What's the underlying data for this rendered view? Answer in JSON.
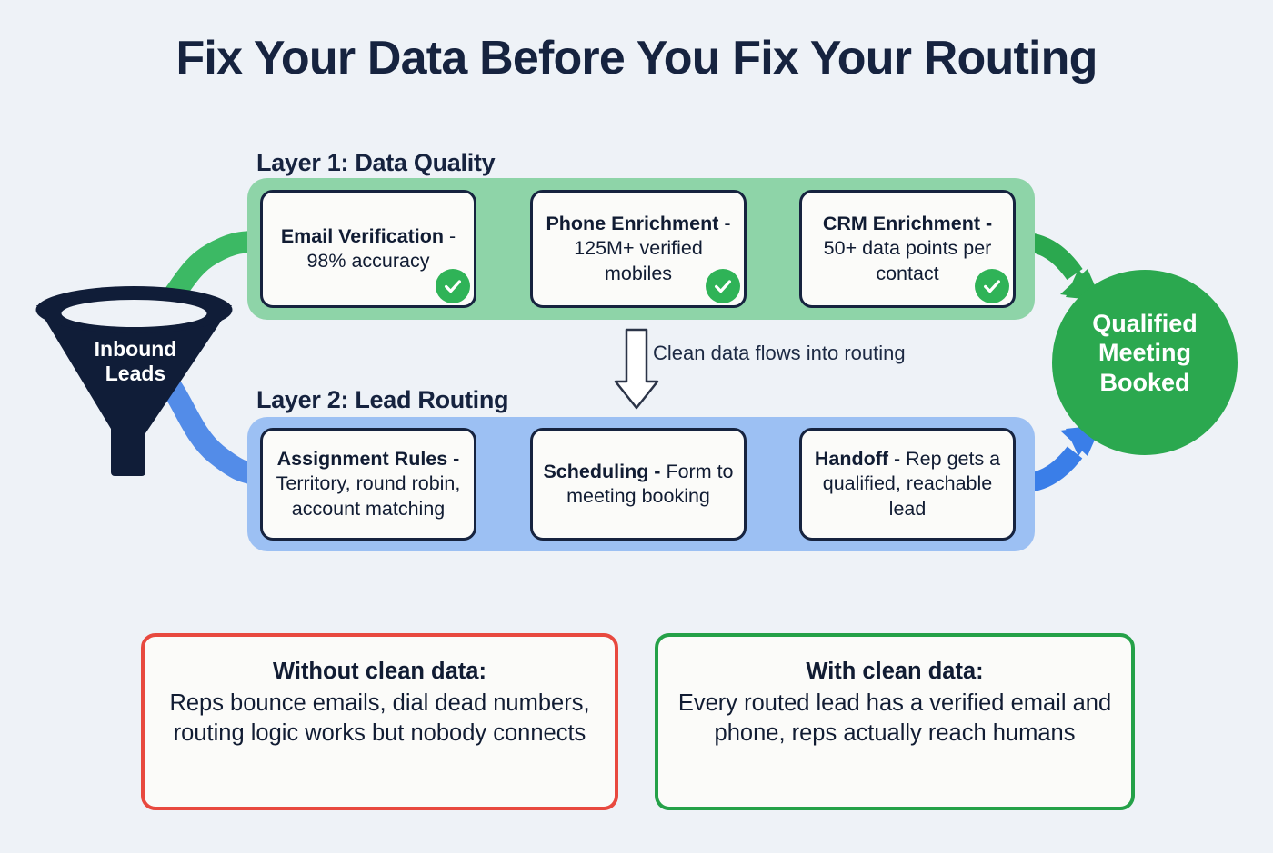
{
  "page": {
    "title": "Fix Your Data Before You Fix Your Routing",
    "background_color": "#eef2f7",
    "title_color": "#16233f"
  },
  "funnel": {
    "label_line1": "Inbound",
    "label_line2": "Leads",
    "color": "#101d38",
    "icon": "funnel-icon"
  },
  "layer1": {
    "label": "Layer 1: Data Quality",
    "band_color": "#8ed4a8",
    "arrow_color": "#2eb557",
    "badge_color": "#2fb357",
    "badge_icon": "check-icon",
    "cards": [
      {
        "bold": "Email Verification",
        "rest": " - 98% accuracy",
        "verified": true
      },
      {
        "bold": "Phone Enrichment",
        "rest": " - 125M+ verified mobiles",
        "verified": true
      },
      {
        "bold": "CRM Enrichment -",
        "rest": " 50+ data points per contact",
        "verified": true
      }
    ]
  },
  "connector": {
    "caption": "Clean data flows into routing",
    "arrow_icon": "arrow-down-icon"
  },
  "layer2": {
    "label": "Layer 2: Lead Routing",
    "band_color": "#9cc0f3",
    "arrow_color": "#3a7ee8",
    "cards": [
      {
        "bold": "Assignment Rules -",
        "rest": " Territory, round robin, account matching"
      },
      {
        "bold": "Scheduling -",
        "rest": " Form to meeting booking"
      },
      {
        "bold": "Handoff",
        "rest": " - Rep gets a qualified, reachable lead"
      }
    ]
  },
  "outcome": {
    "line1": "Qualified",
    "line2": "Meeting",
    "line3": "Booked",
    "circle_color": "#2ba84f"
  },
  "compare": {
    "without": {
      "heading": "Without clean data:",
      "body": "Reps bounce emails, dial dead numbers, routing logic works but nobody connects",
      "border_color": "#e8493f"
    },
    "with": {
      "heading": "With clean data:",
      "body": "Every routed lead has a verified email and phone, reps actually reach humans",
      "border_color": "#24a148"
    }
  }
}
